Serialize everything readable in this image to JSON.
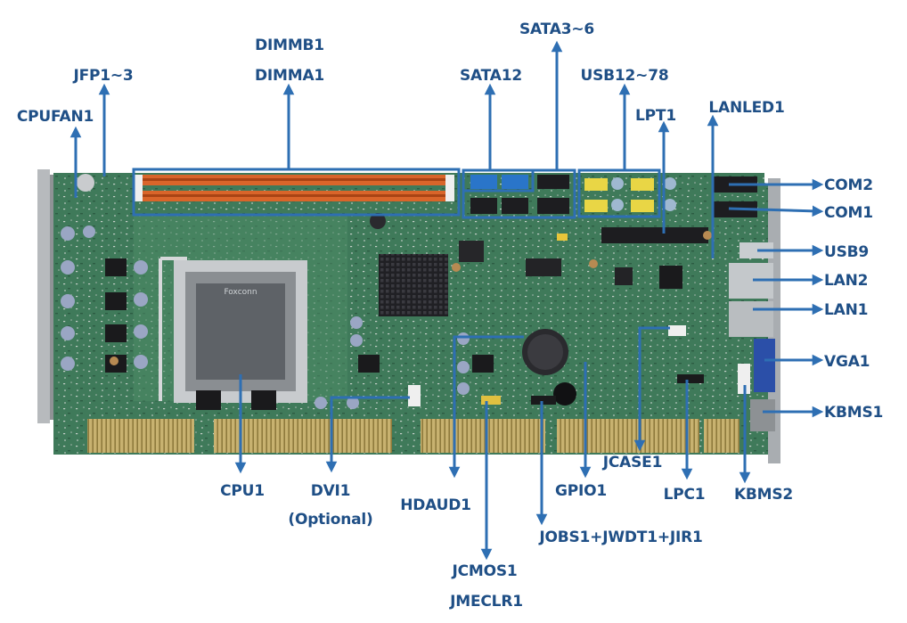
{
  "labels": {
    "dimmb1": "DIMMB1",
    "dimma1": "DIMMA1",
    "sata3_6": "SATA3~6",
    "jfp1_3": "JFP1~3",
    "sata12": "SATA12",
    "usb12_78": "USB12~78",
    "cpufan1": "CPUFAN1",
    "lpt1": "LPT1",
    "lanled1": "LANLED1",
    "com2": "COM2",
    "com1": "COM1",
    "usb9": "USB9",
    "lan2": "LAN2",
    "lan1": "LAN1",
    "vga1": "VGA1",
    "kbms1": "KBMS1",
    "cpu1": "CPU1",
    "dvi1": "DVI1",
    "dvi1_note": "(Optional)",
    "hdaud1": "HDAUD1",
    "gpio1": "GPIO1",
    "jcase1": "JCASE1",
    "lpc1": "LPC1",
    "kbms2": "KBMS2",
    "jobs": "JOBS1+JWDT1+JIR1",
    "jcmos1": "JCMOS1",
    "jmeclr1": "JMECLR1"
  },
  "board": {
    "cpu_brand": "Foxconn"
  },
  "colors": {
    "label": "#1f4f86",
    "arrow": "#2e6fb3",
    "pcb": "#3f7a5a",
    "dimm": "#d9652a"
  }
}
